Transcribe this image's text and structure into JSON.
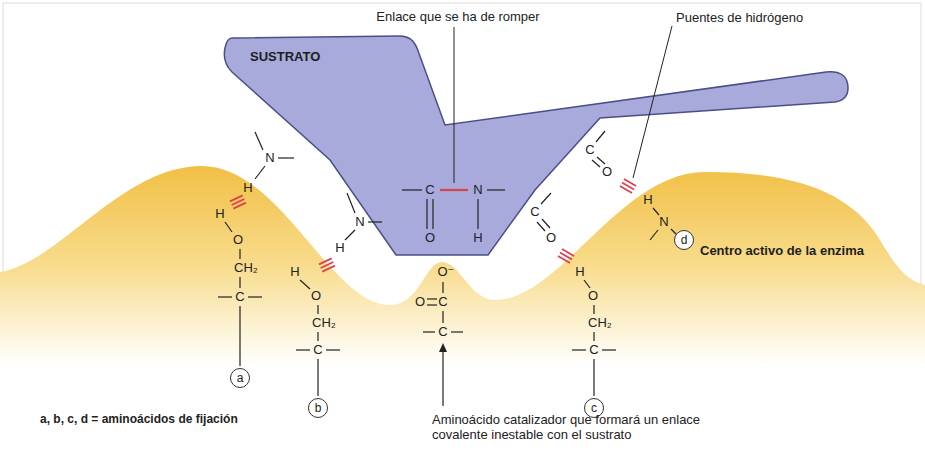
{
  "diagram": {
    "nodes": [
      {
        "text": [
          "Centro activo de la enzima"
        ]
      },
      {
        "text": [
          "SUSTRATO"
        ]
      },
      {
        "text": [
          "a"
        ]
      },
      {
        "text": [
          "b"
        ]
      },
      {
        "text": [
          "c"
        ]
      },
      {
        "text": [
          "d"
        ],
        "in": 0
      }
    ],
    "labels": [
      "Enlace que se ha de romper",
      "Puentes de hidrógeno",
      "N",
      "H",
      "N",
      "H",
      "C",
      "N",
      "O",
      "H",
      "C",
      "O",
      "C",
      "O",
      "H",
      "O",
      "CH₂",
      "C",
      "H",
      "O",
      "CH₂",
      "C",
      "O⁻",
      "O",
      "C",
      "C",
      "H",
      "O",
      "CH₂",
      "C",
      "H",
      "N",
      "a, b, c, d = aminoácidos de fijación",
      "Aminoácido catalizador que formará un enlace covalente inestable con el sustrato"
    ]
  }
}
